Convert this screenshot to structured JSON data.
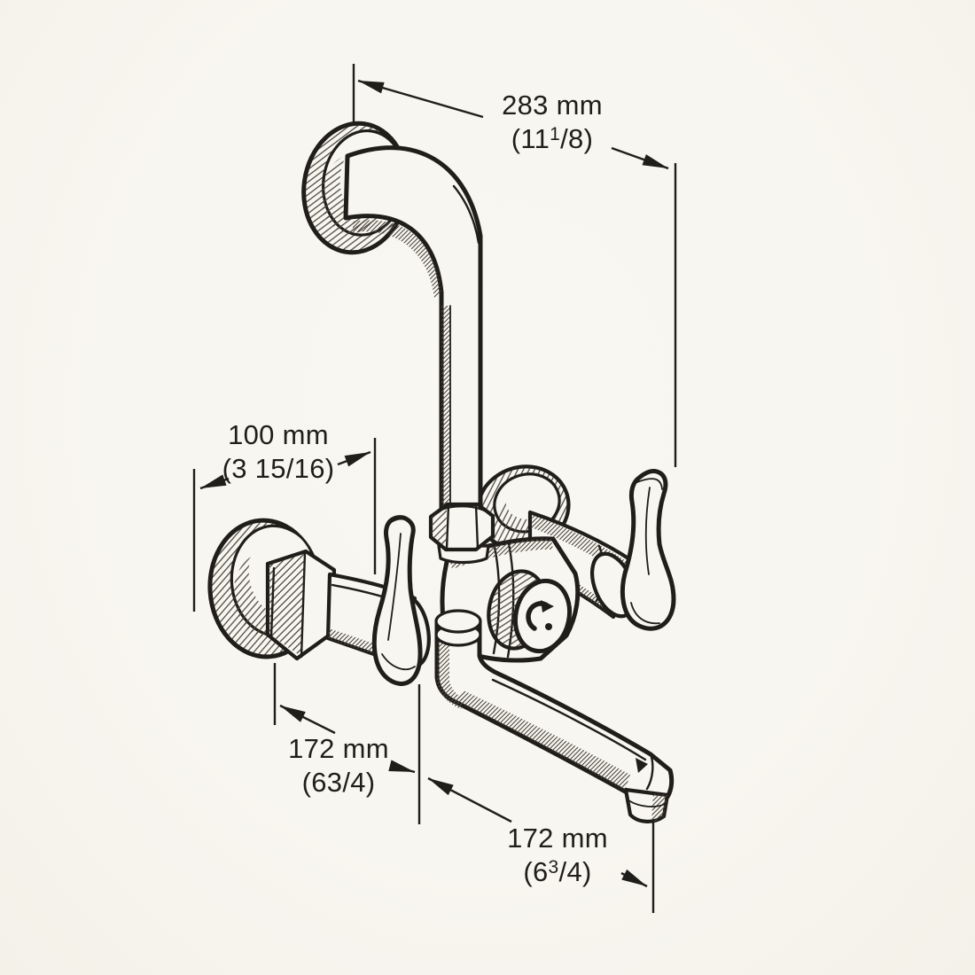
{
  "palette": {
    "paper": "#f8f6f0",
    "ink": "#201e1a",
    "hatch": "#4a453c"
  },
  "subject": "wall-mounted two-handle mixer tap with high riser pipe and swivel spout, technical line drawing",
  "dimensions": {
    "riser_height": {
      "metric": "283 mm",
      "imperial_pre": "(11",
      "imperial_sup": "1",
      "imperial_post": "/8)"
    },
    "wall_centers": {
      "metric": "100 mm",
      "imperial_pre": "(3 15/16",
      "imperial_sup": "",
      "imperial_post": ")"
    },
    "spout_offset": {
      "metric": "172 mm",
      "imperial_pre": "(6",
      "imperial_sup": "",
      "imperial_post": "3/4)"
    },
    "spout_length": {
      "metric": "172 mm",
      "imperial_pre": "(6",
      "imperial_sup": "3",
      "imperial_post": "/4)"
    }
  }
}
